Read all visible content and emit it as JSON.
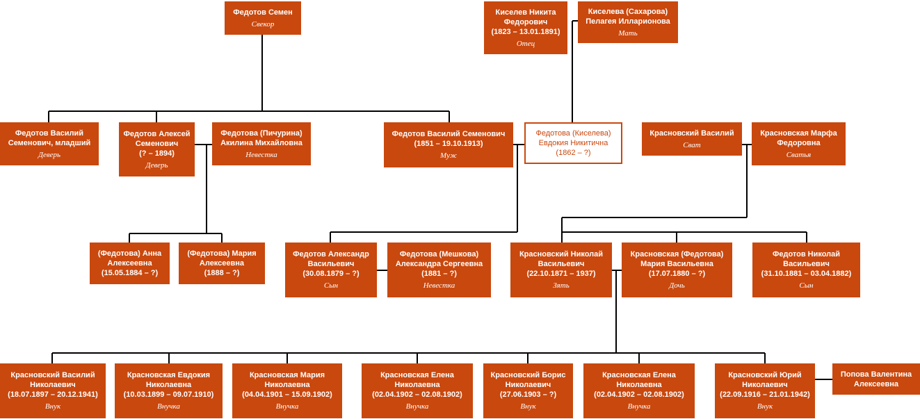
{
  "colors": {
    "node_bg": "#c9480e",
    "node_text": "#ffffff",
    "line": "#000000",
    "highlight_border": "#c9480e"
  },
  "people": {
    "fedotov_semen": {
      "name": "Федотов Семен",
      "dates": "",
      "role": "Свекор"
    },
    "kiselev_nikita": {
      "name": "Киселев Никита\nФедорович",
      "dates": "(1823 – 13.01.1891)",
      "role": "Отец"
    },
    "kiseleva_pelageya": {
      "name": "Киселева (Сахарова)\nПелагея Илларионова",
      "dates": "",
      "role": "Мать"
    },
    "fedotov_vasily_ml": {
      "name": "Федотов Василий\nСеменович, младший",
      "dates": "",
      "role": "Деверь"
    },
    "fedotov_aleksey": {
      "name": "Федотов Алексей\nСеменович",
      "dates": "(? – 1894)",
      "role": "Деверь"
    },
    "fedotova_akilina": {
      "name": "Федотова (Пичурина)\nАкилина Михайловна",
      "dates": "",
      "role": "Невестка"
    },
    "fedotov_vasily": {
      "name": "Федотов Василий Семенович",
      "dates": "(1851 – 19.10.1913)",
      "role": "Муж"
    },
    "fedotova_evdokiya": {
      "name": "Федотова (Киселева)\nЕвдокия Никитична",
      "dates": "(1862 – ?)",
      "role": ""
    },
    "krasnovsky_vasily_svat": {
      "name": "Красновский Василий",
      "dates": "",
      "role": "Сват"
    },
    "krasnovskaya_marfa": {
      "name": "Красновская Марфа\nФедоровна",
      "dates": "",
      "role": "Сватья"
    },
    "anna": {
      "name": "(Федотова) Анна\nАлексеевна",
      "dates": "(15.05.1884 – ?)",
      "role": ""
    },
    "mariya_a": {
      "name": "(Федотова) Мария\nАлексеевна",
      "dates": "(1888 – ?)",
      "role": ""
    },
    "aleksandr": {
      "name": "Федотов Александр\nВасильевич",
      "dates": "(30.08.1879 – ?)",
      "role": "Сын"
    },
    "aleksandra": {
      "name": "Федотова (Мешкова)\nАлександра Сергеевна",
      "dates": "(1881 – ?)",
      "role": "Невестка"
    },
    "nikolay_kr": {
      "name": "Красновский Николай\nВасильевич",
      "dates": "(22.10.1871 – 1937)",
      "role": "Зять"
    },
    "mariya_v": {
      "name": "Красновская (Федотова)\nМария Васильевна",
      "dates": "(17.07.1880 – ?)",
      "role": "Дочь"
    },
    "nikolay_f": {
      "name": "Федотов Николай\nВасильевич",
      "dates": "(31.10.1881 – 03.04.1882)",
      "role": "Сын"
    },
    "vasily_n": {
      "name": "Красновский Василий\nНиколаевич",
      "dates": "(18.07.1897 – 20.12.1941)",
      "role": "Внук"
    },
    "evdokiya_n": {
      "name": "Красновская Евдокия\nНиколаевна",
      "dates": "(10.03.1899 – 09.07.1910)",
      "role": "Внучка"
    },
    "mariya_n": {
      "name": "Красновская Мария\nНиколаевна",
      "dates": "(04.04.1901 – 15.09.1902)",
      "role": "Внучка"
    },
    "elena_n1": {
      "name": "Красновская Елена\nНиколаевна",
      "dates": "(02.04.1902 – 02.08.1902)",
      "role": "Внучка"
    },
    "boris_n": {
      "name": "Красновский Борис\nНиколаевич",
      "dates": "(27.06.1903 – ?)",
      "role": "Внук"
    },
    "elena_n2": {
      "name": "Красновская Елена\nНиколаевна",
      "dates": "(02.04.1902 – 02.08.1902)",
      "role": "Внучка"
    },
    "yuri_n": {
      "name": "Красновский Юрий\nНиколаевич",
      "dates": "(22.09.1916 – 21.01.1942)",
      "role": "Внук"
    },
    "popova": {
      "name": "Попова Валентина\nАлексеевна",
      "dates": "",
      "role": ""
    }
  }
}
